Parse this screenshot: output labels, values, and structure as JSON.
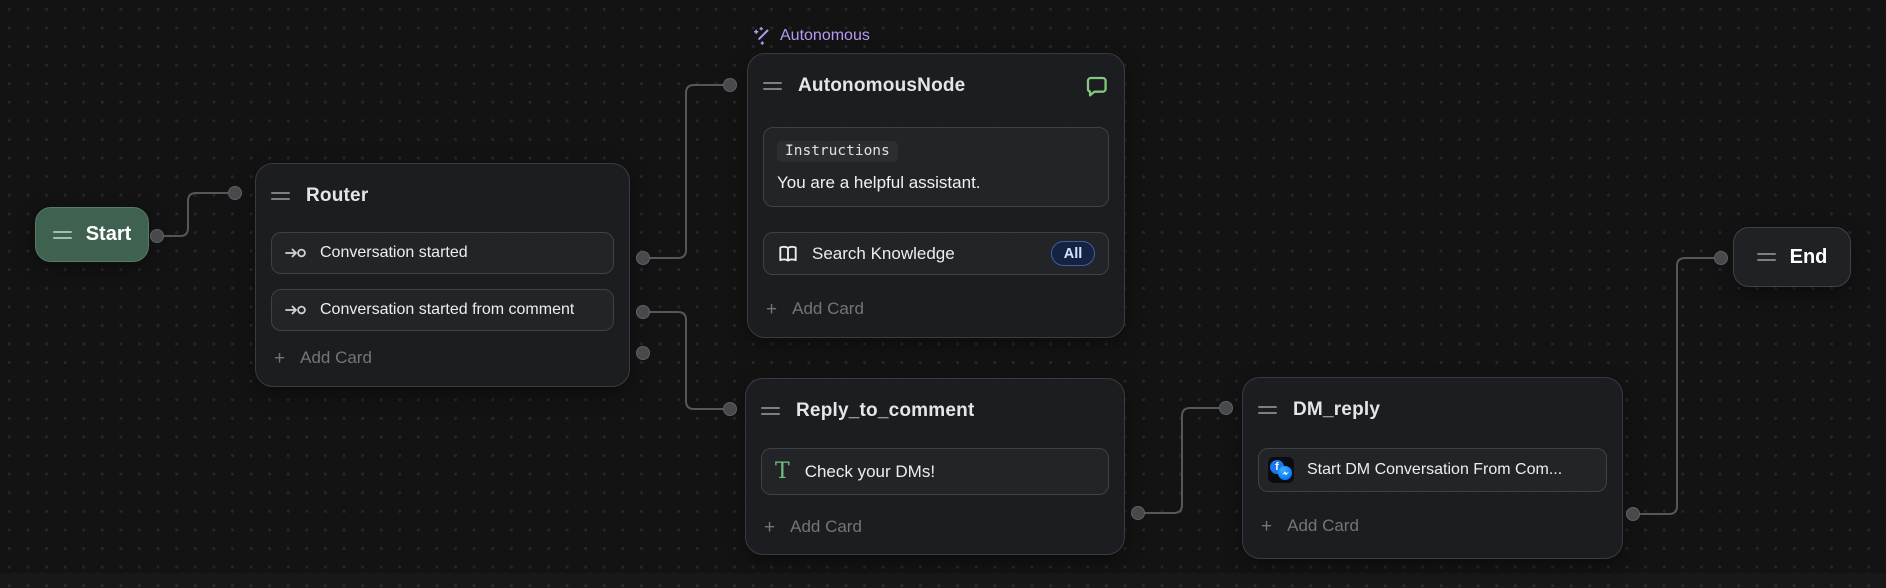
{
  "canvas": {
    "background": "#131314",
    "dot_color": "#26272a",
    "edge_color": "#55575b",
    "plus_glyph": "+"
  },
  "colors": {
    "start_node_green": "#3f6150",
    "autonomous_purple": "#b39bf2",
    "chat_icon_green": "#82c87e",
    "text_icon_green": "#6ec383",
    "all_badge_blue_border": "#3d5da0",
    "all_badge_blue_bg": "#152242",
    "facebook_blue": "#1877f2"
  },
  "nodes": {
    "start": {
      "label": "Start"
    },
    "router": {
      "title": "Router",
      "cards": [
        {
          "label": "Conversation started"
        },
        {
          "label": "Conversation started from comment"
        }
      ],
      "add_card_label": "Add Card"
    },
    "autonomous": {
      "badge_label": "Autonomous",
      "title": "AutonomousNode",
      "instructions_label": "Instructions",
      "instructions_text": "You are a helpful assistant.",
      "search_card": {
        "label": "Search Knowledge",
        "badge": "All"
      },
      "add_card_label": "Add Card"
    },
    "reply_to_comment": {
      "title": "Reply_to_comment",
      "card": {
        "icon_glyph": "T",
        "label": "Check your DMs!"
      },
      "add_card_label": "Add Card"
    },
    "dm_reply": {
      "title": "DM_reply",
      "card": {
        "fb_glyph": "f",
        "label": "Start DM Conversation From Com..."
      },
      "add_card_label": "Add Card"
    },
    "end": {
      "label": "End"
    }
  }
}
